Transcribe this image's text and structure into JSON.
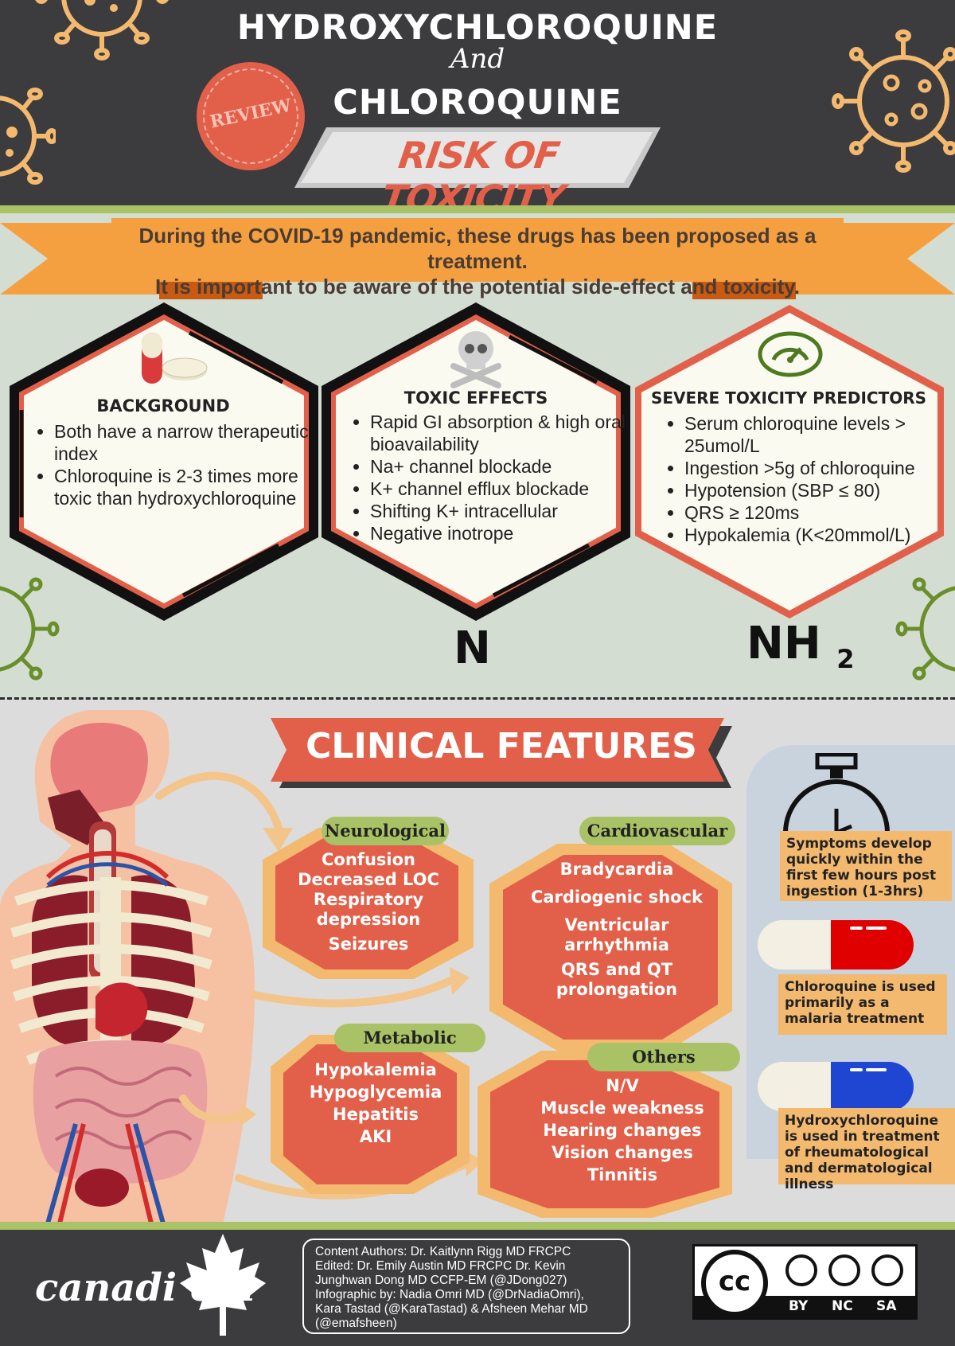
{
  "header": {
    "title_line1": "HYDROXYCHLOROQUINE",
    "title_and": "And",
    "title_line2": "CHLOROQUINE",
    "review_badge": "REVIEW",
    "subtitle": "RISK OF TOXICITY"
  },
  "intro": {
    "line1": "During the COVID-19 pandemic, these drugs has been proposed as a treatment.",
    "line2": "It is important to be aware of the potential side-effect and toxicity."
  },
  "hexagons": {
    "background": {
      "title": "BACKGROUND",
      "items": [
        "Both have a narrow therapeutic index",
        "Chloroquine is 2-3 times more toxic than hydroxychloroquine"
      ]
    },
    "toxic_effects": {
      "title": "TOXIC EFFECTS",
      "items": [
        "Rapid GI absorption & high oral bioavailability",
        "Na+ channel blockade",
        "K+ channel efflux blockade",
        "Shifting K+ intracellular",
        "Negative inotrope"
      ]
    },
    "predictors": {
      "title": "SEVERE TOXICITY PREDICTORS",
      "items": [
        "Serum chloroquine levels > 25umol/L",
        "Ingestion >5g of chloroquine",
        "Hypotension (SBP ≤ 80)",
        "QRS ≥ 120ms",
        "Hypokalemia (K<20mmol/L)"
      ]
    }
  },
  "chem": {
    "n": "N",
    "nh": "NH",
    "sub": "2"
  },
  "clinical": {
    "banner": "CLINICAL FEATURES",
    "neurological": {
      "label": "Neurological",
      "items": [
        "Confusion",
        "Decreased LOC",
        "Respiratory depression",
        "Seizures"
      ]
    },
    "cardiovascular": {
      "label": "Cardiovascular",
      "items": [
        "Bradycardia",
        "Cardiogenic shock",
        "Ventricular arrhythmia",
        "QRS and QT prolongation"
      ]
    },
    "metabolic": {
      "label": "Metabolic",
      "items": [
        "Hypokalemia",
        "Hypoglycemia",
        "Hepatitis",
        "AKI"
      ]
    },
    "others": {
      "label": "Others",
      "items": [
        "N/V",
        "Muscle weakness",
        "Hearing changes",
        "Vision changes",
        "Tinnitis"
      ]
    }
  },
  "side_notes": {
    "onset": "Symptoms develop quickly within the first few hours post ingestion (1-3hrs)",
    "chloroquine": "Chloroquine is used primarily as a malaria treatment",
    "hydroxychloroquine": "Hydroxychloroquine is used in treatment of rheumatological and dermatological illness"
  },
  "footer": {
    "logo": "canadi em",
    "credits": [
      "Content Authors: Dr. Kaitlynn Rigg MD FRCPC",
      "Edited: Dr. Emily Austin MD FRCPC Dr. Kevin",
      "Junghwan Dong MD CCFP-EM (@JDong027)",
      "Infographic by: Nadia Omri MD (@DrNadiaOmri),",
      "Kara Tastad (@KaraTastad) & Afsheen Mehar MD",
      "(@emafsheen)"
    ],
    "license": {
      "cc": "cc",
      "by": "BY",
      "nc": "NC",
      "sa": "SA"
    }
  },
  "colors": {
    "dark": "#3c3b3d",
    "accent_red": "#e2604a",
    "orange": "#f5a040",
    "green": "#a8c265",
    "virus_gold": "#f3b96f",
    "virus_green": "#6a8f2a"
  },
  "icons": [
    "virus-icon",
    "pill-icon",
    "skull-icon",
    "gauge-icon",
    "stopwatch-icon",
    "capsule-icon",
    "maple-leaf-icon",
    "cc-icon"
  ]
}
